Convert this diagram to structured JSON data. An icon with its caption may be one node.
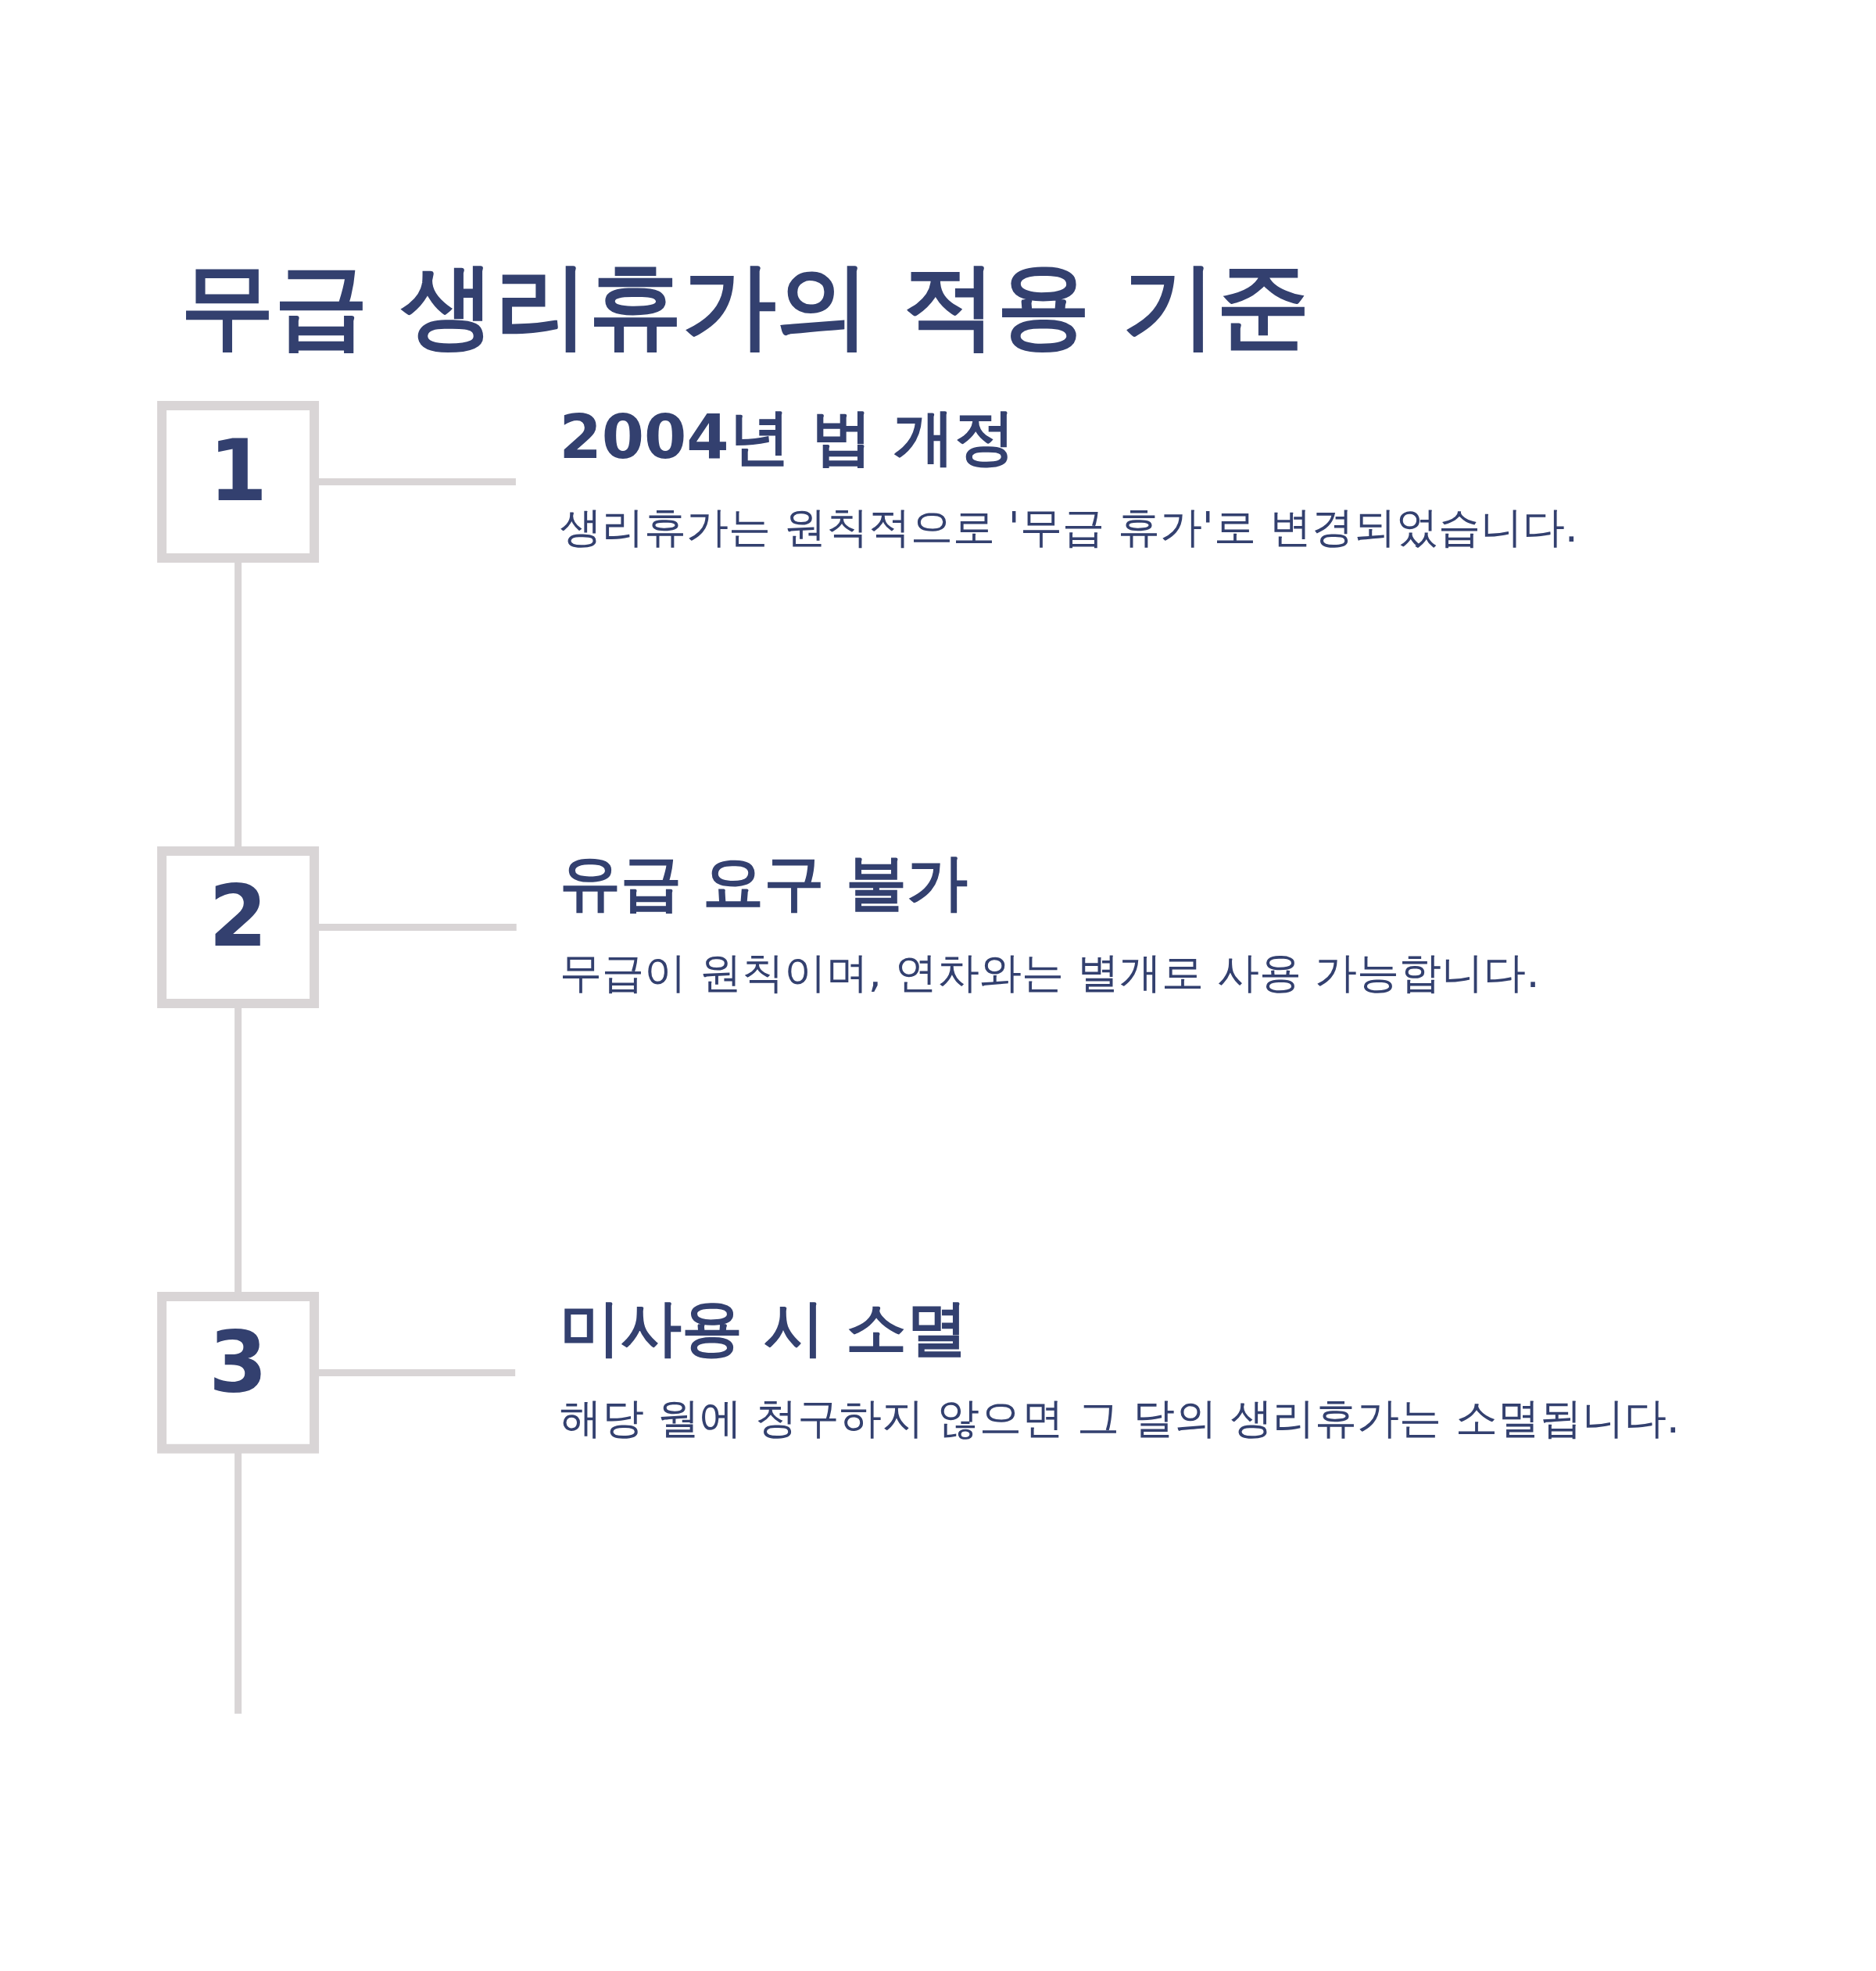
{
  "diagram": {
    "title": "무급 생리휴가의 적용 기준",
    "nodes": [
      {
        "text": [
          "1"
        ]
      },
      {
        "text": [
          "2004년 법 개정",
          "생리휴가는 원칙적으로 '무급 휴가'로 변경되었습니다."
        ]
      },
      {
        "text": [
          "2"
        ]
      },
      {
        "text": [
          "유급 요구 불가",
          "무급이 원칙이며, 연차와는 별개로 사용 가능합니다."
        ]
      },
      {
        "text": [
          "3"
        ]
      },
      {
        "text": [
          "미사용 시 소멸",
          "해당 월에 청구하지 않으면 그 달의 생리휴가는 소멸됩니다."
        ]
      }
    ],
    "edges": [
      {
        "from": 0,
        "to": 1,
        "arrow": "none"
      },
      {
        "from": 0,
        "to": 2,
        "arrow": "none"
      },
      {
        "from": 2,
        "to": 3,
        "arrow": "none"
      },
      {
        "from": 2,
        "to": 4,
        "arrow": "none"
      },
      {
        "from": 4,
        "to": 5,
        "arrow": "none"
      },
      {
        "from": 4,
        "to": null,
        "arrow": "none"
      }
    ]
  }
}
